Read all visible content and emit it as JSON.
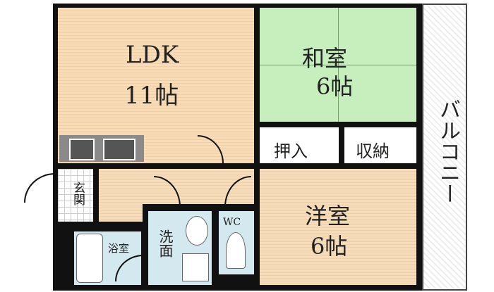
{
  "rooms": {
    "ldk": {
      "name": "LDK",
      "size": "11帖"
    },
    "washitsu": {
      "name": "和室",
      "size": "6帖"
    },
    "oshiire": {
      "name": "押入"
    },
    "shuno": {
      "name": "収納"
    },
    "balcony": {
      "name": "バルコニー"
    },
    "genkan": {
      "name": "玄関"
    },
    "yoshitsu": {
      "name": "洋室",
      "size": "6帖"
    },
    "bath": {
      "name": "浴室"
    },
    "senmen": {
      "name": "洗面"
    },
    "wc": {
      "name": "WC"
    }
  }
}
